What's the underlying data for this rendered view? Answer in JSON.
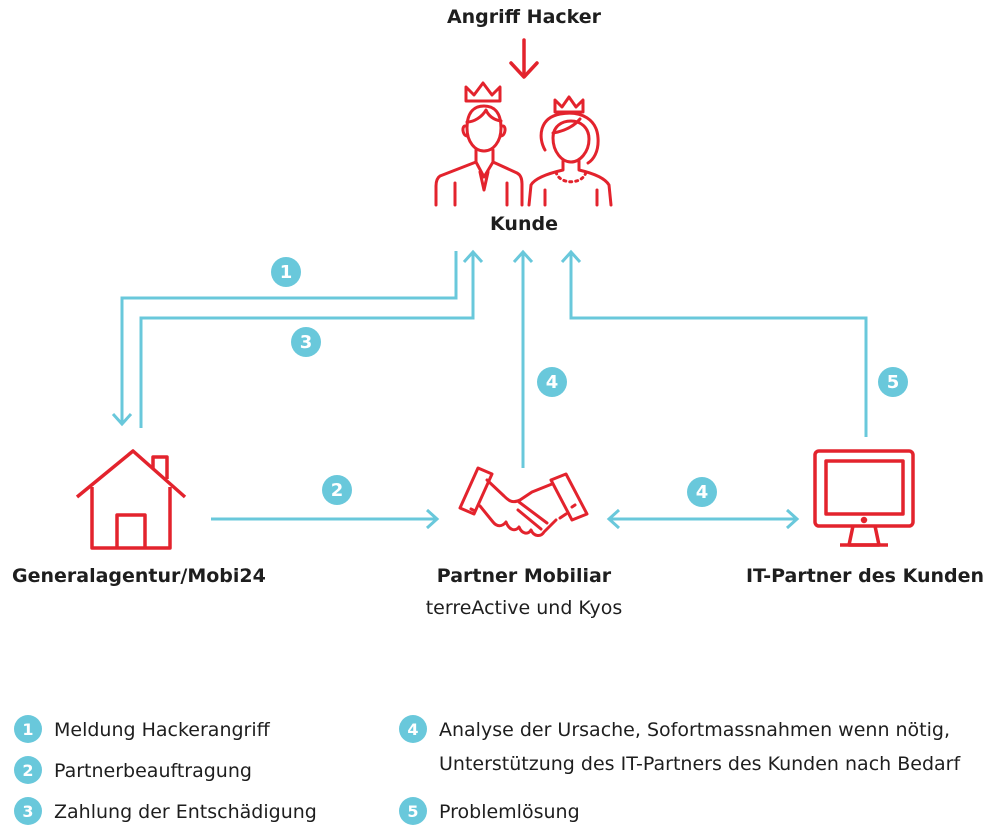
{
  "title_top": "Angriff Hacker",
  "nodes": {
    "kunde": "Kunde",
    "generalagentur": "Generalagentur/Mobi24",
    "partner_title": "Partner Mobiliar",
    "partner_sub": "terreActive und Kyos",
    "it_partner": "IT-Partner des Kunden"
  },
  "flow_badges": {
    "b1": "1",
    "b2": "2",
    "b3": "3",
    "b4a": "4",
    "b4b": "4",
    "b5": "5"
  },
  "legend": [
    {
      "num": "1",
      "text": "Meldung Hackerangriff"
    },
    {
      "num": "2",
      "text": "Partnerbeauftragung"
    },
    {
      "num": "3",
      "text": "Zahlung der Entschädigung"
    },
    {
      "num": "4",
      "text": "Analyse der Ursache, Sofortmassnahmen wenn nötig,",
      "text2": "Unterstützung des IT-Partners des Kunden nach Bedarf"
    },
    {
      "num": "5",
      "text": "Problemlösung"
    }
  ],
  "colors": {
    "red": "#e3232d",
    "cyan": "#69c8db"
  },
  "icons": [
    "down-arrow-icon",
    "customer-couple-icon",
    "house-icon",
    "handshake-icon",
    "monitor-icon"
  ]
}
